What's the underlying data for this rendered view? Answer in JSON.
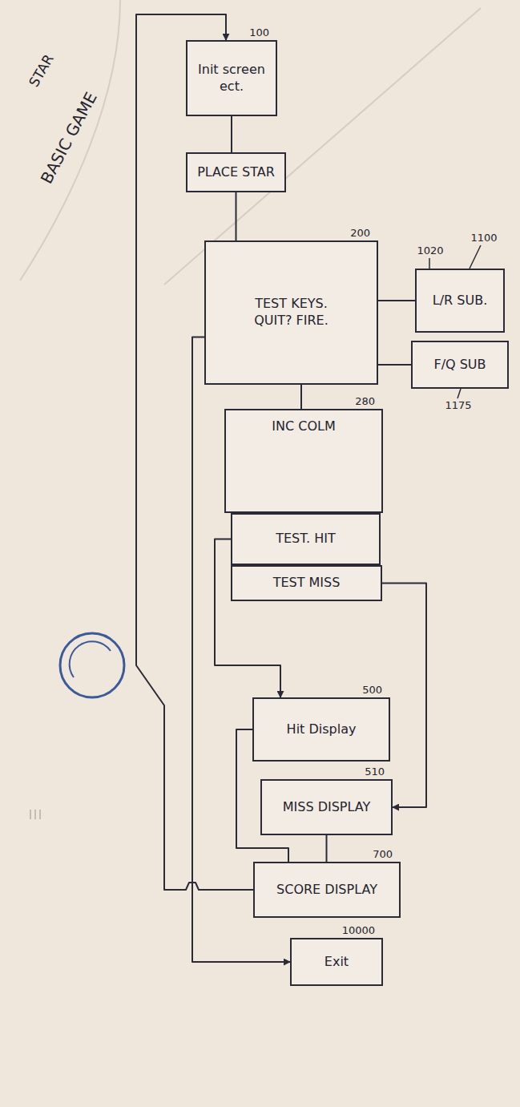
{
  "diagram": {
    "nodes": [
      {
        "text": [
          "100",
          "Init screen ect."
        ]
      },
      {
        "text": [
          "PLACE STAR"
        ]
      },
      {
        "text": [
          "200",
          "TEST KEYS. QUIT? FIRE."
        ]
      },
      {
        "text": [
          "L/R SUB."
        ]
      },
      {
        "text": [
          "F/Q SUB"
        ]
      },
      {
        "text": [
          "280",
          "INC COLM"
        ]
      },
      {
        "text": [
          "TEST. HIT"
        ]
      },
      {
        "text": [
          "TEST MISS"
        ]
      },
      {
        "text": [
          "500",
          "Hit Display"
        ]
      },
      {
        "text": [
          "510",
          "MISS DISPLAY"
        ]
      },
      {
        "text": [
          "700",
          "SCORE DISPLAY"
        ]
      },
      {
        "text": [
          "10000",
          "Exit"
        ]
      }
    ],
    "edges": [
      {
        "from": 0,
        "to": 1,
        "arrow": "none"
      },
      {
        "from": 1,
        "to": 2,
        "arrow": "none"
      },
      {
        "from": 2,
        "to": 3,
        "arrow": "none"
      },
      {
        "from": 2,
        "to": 4,
        "arrow": "none"
      },
      {
        "from": 2,
        "to": 5,
        "arrow": "none"
      },
      {
        "from": 2,
        "to": 11,
        "arrow": "to"
      },
      {
        "from": 6,
        "to": 8,
        "arrow": "to"
      },
      {
        "from": 7,
        "to": 9,
        "arrow": "to"
      },
      {
        "from": 8,
        "to": 10,
        "arrow": "none"
      },
      {
        "from": 9,
        "to": 10,
        "arrow": "none"
      },
      {
        "from": 10,
        "to": 0,
        "arrow": "to"
      }
    ],
    "labels": [
      "STAR",
      "BASIC GAME",
      "1020",
      "1100",
      "1175"
    ]
  }
}
